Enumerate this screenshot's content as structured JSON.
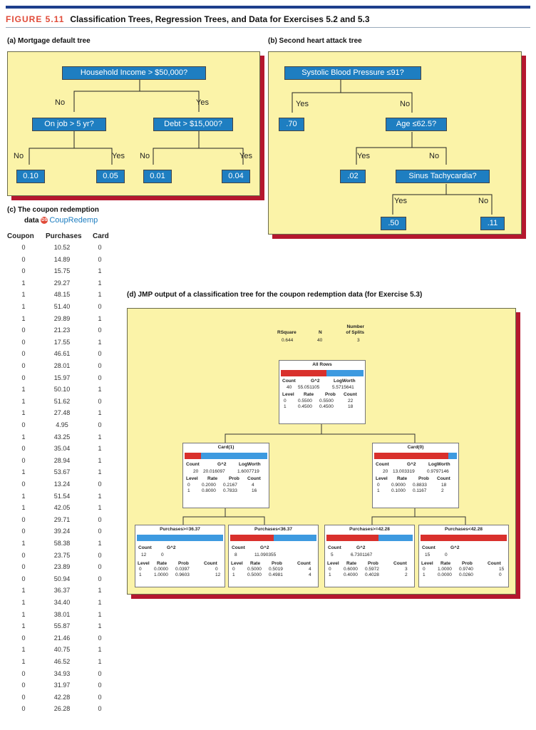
{
  "figure": {
    "number": "FIGURE 5.11",
    "title": "Classification Trees, Regression Trees, and Data for Exercises 5.2 and 5.3"
  },
  "panel_a": {
    "caption": "(a) Mortgage default tree",
    "root": "Household Income > $50,000?",
    "no": "No",
    "yes": "Yes",
    "left_q": "On job > 5 yr?",
    "right_q": "Debt > $15,000?",
    "ll": "No",
    "lr": "Yes",
    "rl": "No",
    "rr": "Yes",
    "leaves": [
      "0.10",
      "0.05",
      "0.01",
      "0.04"
    ]
  },
  "panel_b": {
    "caption": "(b) Second heart attack tree",
    "root": "Systolic Blood Pressure ≤91?",
    "yes": "Yes",
    "no": "No",
    "leaf1": ".70",
    "q2": "Age ≤62.5?",
    "yes2": "Yes",
    "no2": "No",
    "leaf2": ".02",
    "q3": "Sinus Tachycardia?",
    "yes3": "Yes",
    "no3": "No",
    "leaf3": ".50",
    "leaf4": ".11"
  },
  "panel_c": {
    "caption": "(c) The coupon redemption",
    "caption2": "data",
    "dataset_badge": "DS",
    "dataset": "CoupRedemp",
    "headers": [
      "Coupon",
      "Purchases",
      "Card"
    ],
    "rows": [
      [
        "0",
        "10.52",
        "0"
      ],
      [
        "0",
        "14.89",
        "0"
      ],
      [
        "0",
        "15.75",
        "1"
      ],
      [
        "1",
        "29.27",
        "1"
      ],
      [
        "1",
        "48.15",
        "1"
      ],
      [
        "1",
        "51.40",
        "0"
      ],
      [
        "1",
        "29.89",
        "1"
      ],
      [
        "0",
        "21.23",
        "0"
      ],
      [
        "0",
        "17.55",
        "1"
      ],
      [
        "0",
        "46.61",
        "0"
      ],
      [
        "0",
        "28.01",
        "0"
      ],
      [
        "0",
        "15.97",
        "0"
      ],
      [
        "1",
        "50.10",
        "1"
      ],
      [
        "1",
        "51.62",
        "0"
      ],
      [
        "1",
        "27.48",
        "1"
      ],
      [
        "0",
        "4.95",
        "0"
      ],
      [
        "1",
        "43.25",
        "1"
      ],
      [
        "0",
        "35.04",
        "1"
      ],
      [
        "0",
        "28.94",
        "1"
      ],
      [
        "1",
        "53.67",
        "1"
      ],
      [
        "0",
        "13.24",
        "0"
      ],
      [
        "1",
        "51.54",
        "1"
      ],
      [
        "1",
        "42.05",
        "1"
      ],
      [
        "0",
        "29.71",
        "0"
      ],
      [
        "0",
        "39.24",
        "0"
      ],
      [
        "1",
        "58.38",
        "1"
      ],
      [
        "0",
        "23.75",
        "0"
      ],
      [
        "0",
        "23.89",
        "0"
      ],
      [
        "0",
        "50.94",
        "0"
      ],
      [
        "1",
        "36.37",
        "1"
      ],
      [
        "1",
        "34.40",
        "1"
      ],
      [
        "1",
        "38.01",
        "1"
      ],
      [
        "1",
        "55.87",
        "1"
      ],
      [
        "0",
        "21.46",
        "0"
      ],
      [
        "1",
        "40.75",
        "1"
      ],
      [
        "1",
        "46.52",
        "1"
      ],
      [
        "0",
        "34.93",
        "0"
      ],
      [
        "0",
        "31.97",
        "0"
      ],
      [
        "0",
        "42.28",
        "0"
      ],
      [
        "0",
        "26.28",
        "0"
      ]
    ]
  },
  "panel_d": {
    "caption": "(d) JMP output of a classification tree for the coupon redemption data (for Exercise 5.3)",
    "summary": {
      "h1": "RSquare",
      "h2": "N",
      "h3a": "Number",
      "h3b": "of Splits",
      "v1": "0.644",
      "v2": "40",
      "v3": "3"
    },
    "lab": {
      "count": "Count",
      "g2": "G^2",
      "logworth": "LogWorth",
      "level": "Level",
      "rate": "Rate",
      "prob": "Prob"
    },
    "colors": {
      "red": "#d9302c",
      "blue": "#3d9ae0"
    },
    "root": {
      "title": "All Rows",
      "count": "40",
      "g2": "55.051105",
      "logworth": "5.5715641",
      "rows": [
        [
          "0",
          "0.5500",
          "0.5500",
          "22"
        ],
        [
          "1",
          "0.4500",
          "0.4500",
          "18"
        ]
      ],
      "red_frac": 0.55
    },
    "card1": {
      "title": "Card(1)",
      "count": "20",
      "g2": "20.016097",
      "logworth": "1.6007719",
      "rows": [
        [
          "0",
          "0.2000",
          "0.2167",
          "4"
        ],
        [
          "1",
          "0.8000",
          "0.7833",
          "16"
        ]
      ],
      "red_frac": 0.2
    },
    "card0": {
      "title": "Card(0)",
      "count": "20",
      "g2": "13.003319",
      "logworth": "0.9797146",
      "rows": [
        [
          "0",
          "0.9000",
          "0.8833",
          "18"
        ],
        [
          "1",
          "0.1000",
          "0.1167",
          "2"
        ]
      ],
      "red_frac": 0.9
    },
    "leaves": [
      {
        "title": "Purchases>=36.37",
        "count": "12",
        "g2": "0",
        "rows": [
          [
            "0",
            "0.0000",
            "0.0397",
            "0"
          ],
          [
            "1",
            "1.0000",
            "0.9603",
            "12"
          ]
        ],
        "red_frac": 0.0
      },
      {
        "title": "Purchases<36.37",
        "count": "8",
        "g2": "11.090355",
        "rows": [
          [
            "0",
            "0.5000",
            "0.5019",
            "4"
          ],
          [
            "1",
            "0.5000",
            "0.4981",
            "4"
          ]
        ],
        "red_frac": 0.5
      },
      {
        "title": "Purchases>=42.28",
        "count": "5",
        "g2": "6.7301167",
        "rows": [
          [
            "0",
            "0.6000",
            "0.5972",
            "3"
          ],
          [
            "1",
            "0.4000",
            "0.4028",
            "2"
          ]
        ],
        "red_frac": 0.6
      },
      {
        "title": "Purchases<42.28",
        "count": "15",
        "g2": "0",
        "rows": [
          [
            "0",
            "1.0000",
            "0.9740",
            "15"
          ],
          [
            "1",
            "0.0000",
            "0.0260",
            "0"
          ]
        ],
        "red_frac": 1.0
      }
    ]
  }
}
